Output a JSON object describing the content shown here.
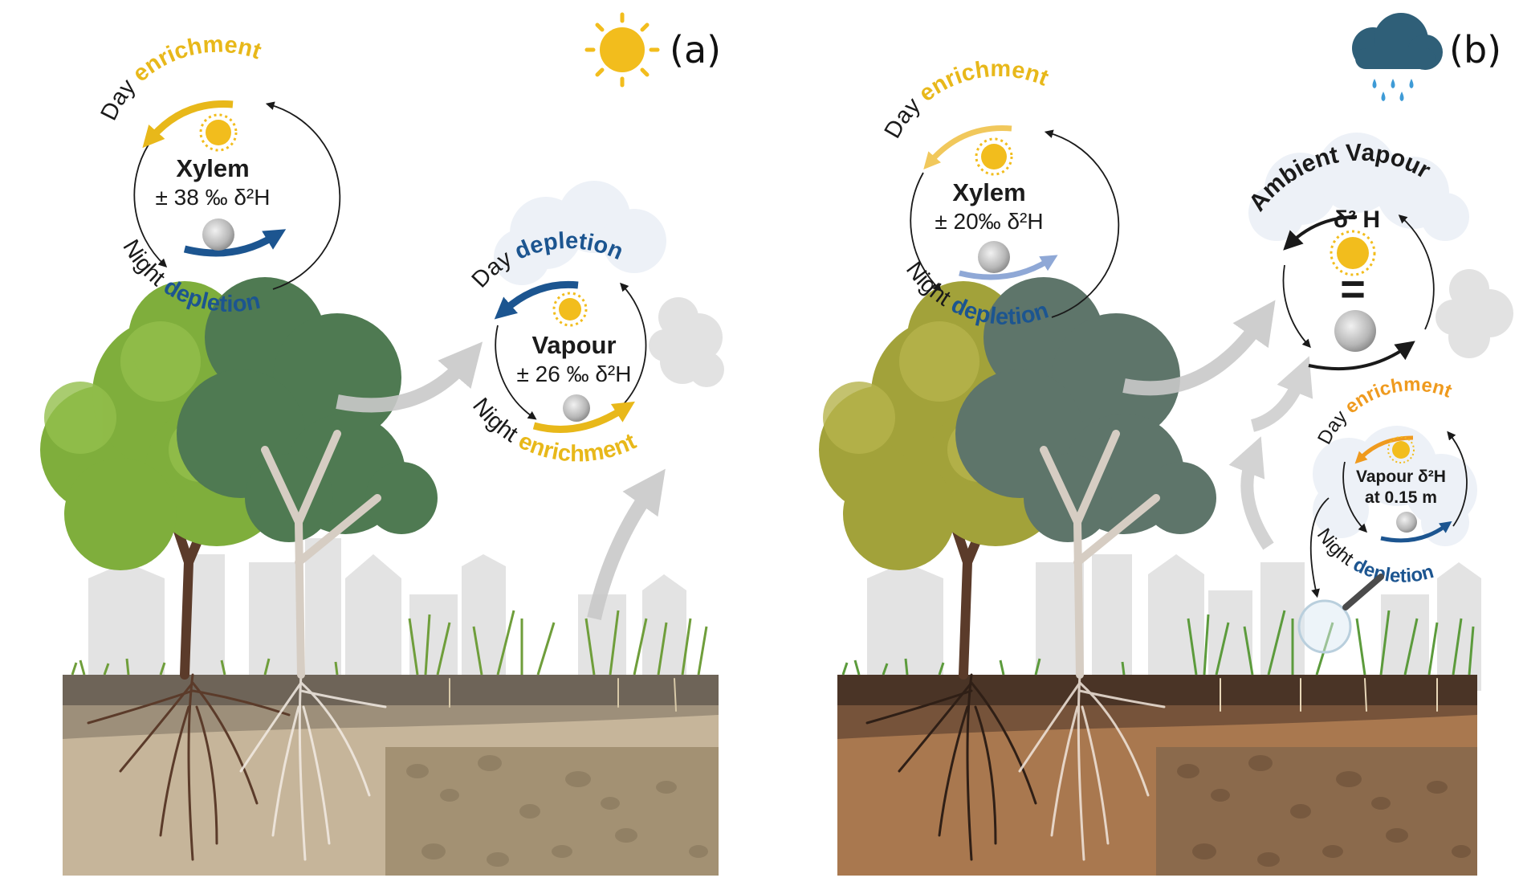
{
  "colors": {
    "enrichment": "#e8b81a",
    "depletion": "#1c5590",
    "light_enrichment": "#f1c85c",
    "light_depletion": "#8fa8d6",
    "orange_enrichment": "#ef9a1e",
    "sun": "#f2bd1d",
    "rain_cloud": "#2f5f78",
    "rain_drop": "#3e9bd6",
    "soil_a_top": "#6e6458",
    "soil_a_mid": "#9d8f7a",
    "soil_a_bottom": "#c6b59a",
    "soil_b_top": "#4a3426",
    "soil_b_mid": "#76533a",
    "soil_b_bottom": "#a9784f"
  },
  "icons": [
    "sun-icon",
    "rain-cloud-icon",
    "moon-icon",
    "cloud-icon",
    "magnifier-icon"
  ],
  "panel_a": {
    "label": "(a)",
    "xylem": {
      "day_word": "Day",
      "day_process": "enrichment",
      "title": "Xylem",
      "range": "± 38 ‰ δ²H",
      "night_word": "Night",
      "night_process": "depletion"
    },
    "vapour": {
      "day_word": "Day",
      "day_process": "depletion",
      "title": "Vapour",
      "range": "± 26 ‰ δ²H",
      "night_word": "Night",
      "night_process": "enrichment"
    }
  },
  "panel_b": {
    "label": "(b)",
    "xylem": {
      "day_word": "Day",
      "day_process": "enrichment",
      "title": "Xylem",
      "range": "± 20‰ δ²H",
      "night_word": "Night",
      "night_process": "depletion"
    },
    "ambient": {
      "title_line1": "Ambient Vapour",
      "title_line2": "δ² H",
      "equals": "="
    },
    "vapour_015": {
      "day_word": "Day",
      "day_process": "enrichment",
      "title_line1": "Vapour δ²H",
      "title_line2": "at 0.15 m",
      "night_word": "Night",
      "night_process": "depletion"
    }
  }
}
